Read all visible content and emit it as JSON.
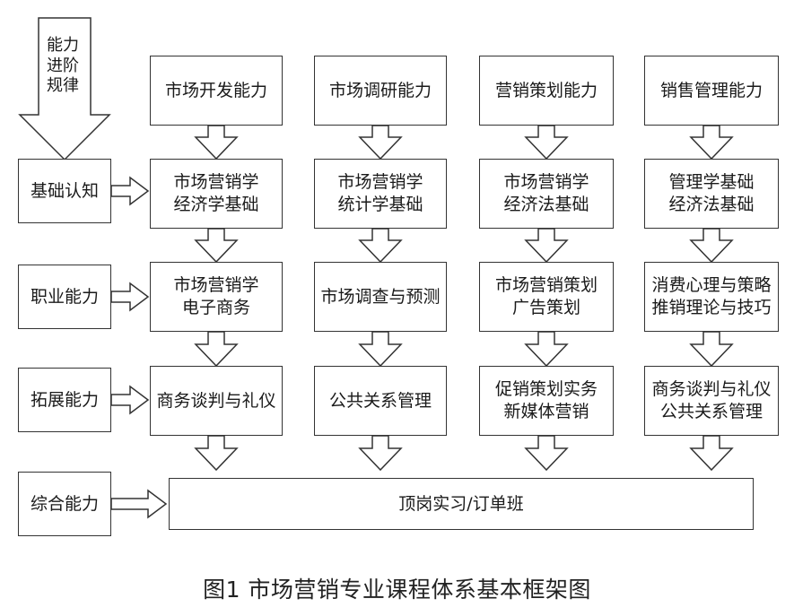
{
  "diagram": {
    "progression_label": "能力\n进阶\n规律",
    "levels": [
      {
        "id": "basic",
        "label": "基础认知"
      },
      {
        "id": "vocational",
        "label": "职业能力"
      },
      {
        "id": "extension",
        "label": "拓展能力"
      },
      {
        "id": "comprehensive",
        "label": "综合能力"
      }
    ],
    "columns": [
      {
        "header": "市场开发能力",
        "basic": "市场营销学\n经济学基础",
        "vocational": "市场营销学\n电子商务",
        "extension": "商务谈判与礼仪"
      },
      {
        "header": "市场调研能力",
        "basic": "市场营销学\n统计学基础",
        "vocational": "市场调查与预测",
        "extension": "公共关系管理"
      },
      {
        "header": "营销策划能力",
        "basic": "市场营销学\n经济法基础",
        "vocational": "市场营销策划\n广告策划",
        "extension": "促销策划实务\n新媒体营销"
      },
      {
        "header": "销售管理能力",
        "basic": "管理学基础\n经济法基础",
        "vocational": "消费心理与策略\n推销理论与技巧",
        "extension": "商务谈判与礼仪\n公共关系管理"
      }
    ],
    "final_box": "顶岗实习/订单班"
  },
  "caption": "图1  市场营销专业课程体系基本框架图"
}
